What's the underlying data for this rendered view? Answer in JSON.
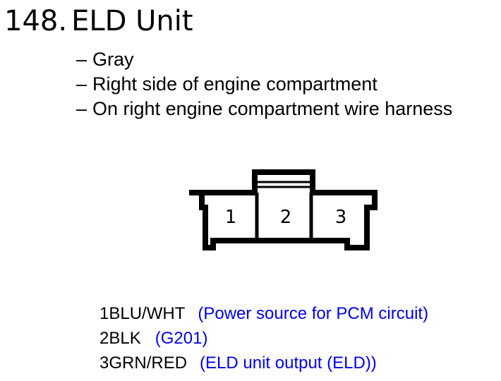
{
  "title": {
    "number": "148.",
    "name": "ELD Unit"
  },
  "details": [
    "Gray",
    "Right side of engine compartment",
    "On right engine compartment wire harness"
  ],
  "bullet_dash": "–",
  "connector": {
    "pin_labels": [
      "1",
      "2",
      "3"
    ]
  },
  "pins": [
    {
      "number": "1",
      "wire": "BLU/WHT",
      "description": "(Power source for PCM circuit)"
    },
    {
      "number": "2",
      "wire": "BLK",
      "description": "(G201)"
    },
    {
      "number": "3",
      "wire": "GRN/RED",
      "description": "(ELD unit output (ELD))"
    }
  ],
  "colors": {
    "text": "#000000",
    "description": "#0000ee",
    "background": "#ffffff"
  }
}
